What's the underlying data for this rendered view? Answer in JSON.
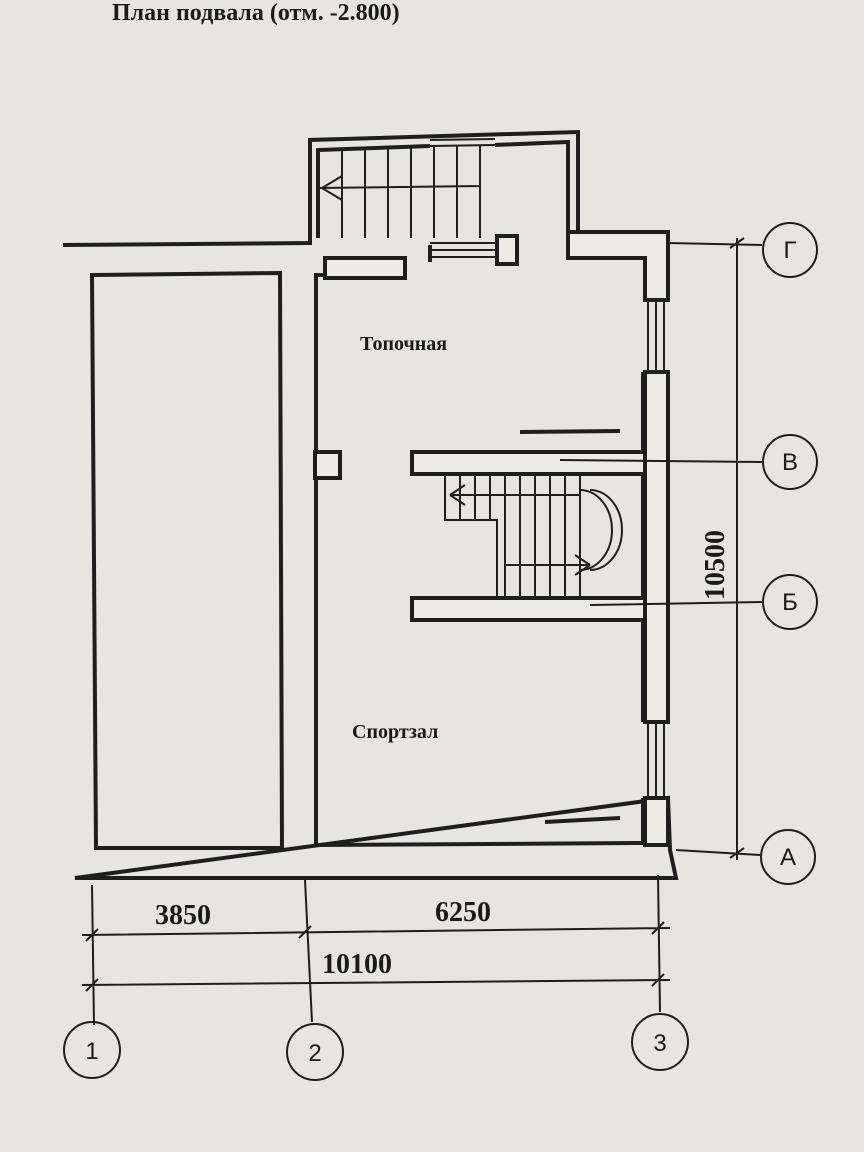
{
  "title": "План подвала (отм.  -2.800)",
  "rooms": {
    "boiler_room": "Топочная",
    "gym": "Спортзал"
  },
  "dimensions": {
    "left_span": "3850",
    "right_span": "6250",
    "total_width": "10100",
    "total_depth": "10500"
  },
  "axes": {
    "letters": [
      "Г",
      "В",
      "Б",
      "А"
    ],
    "numbers": [
      "1",
      "2",
      "3"
    ]
  }
}
